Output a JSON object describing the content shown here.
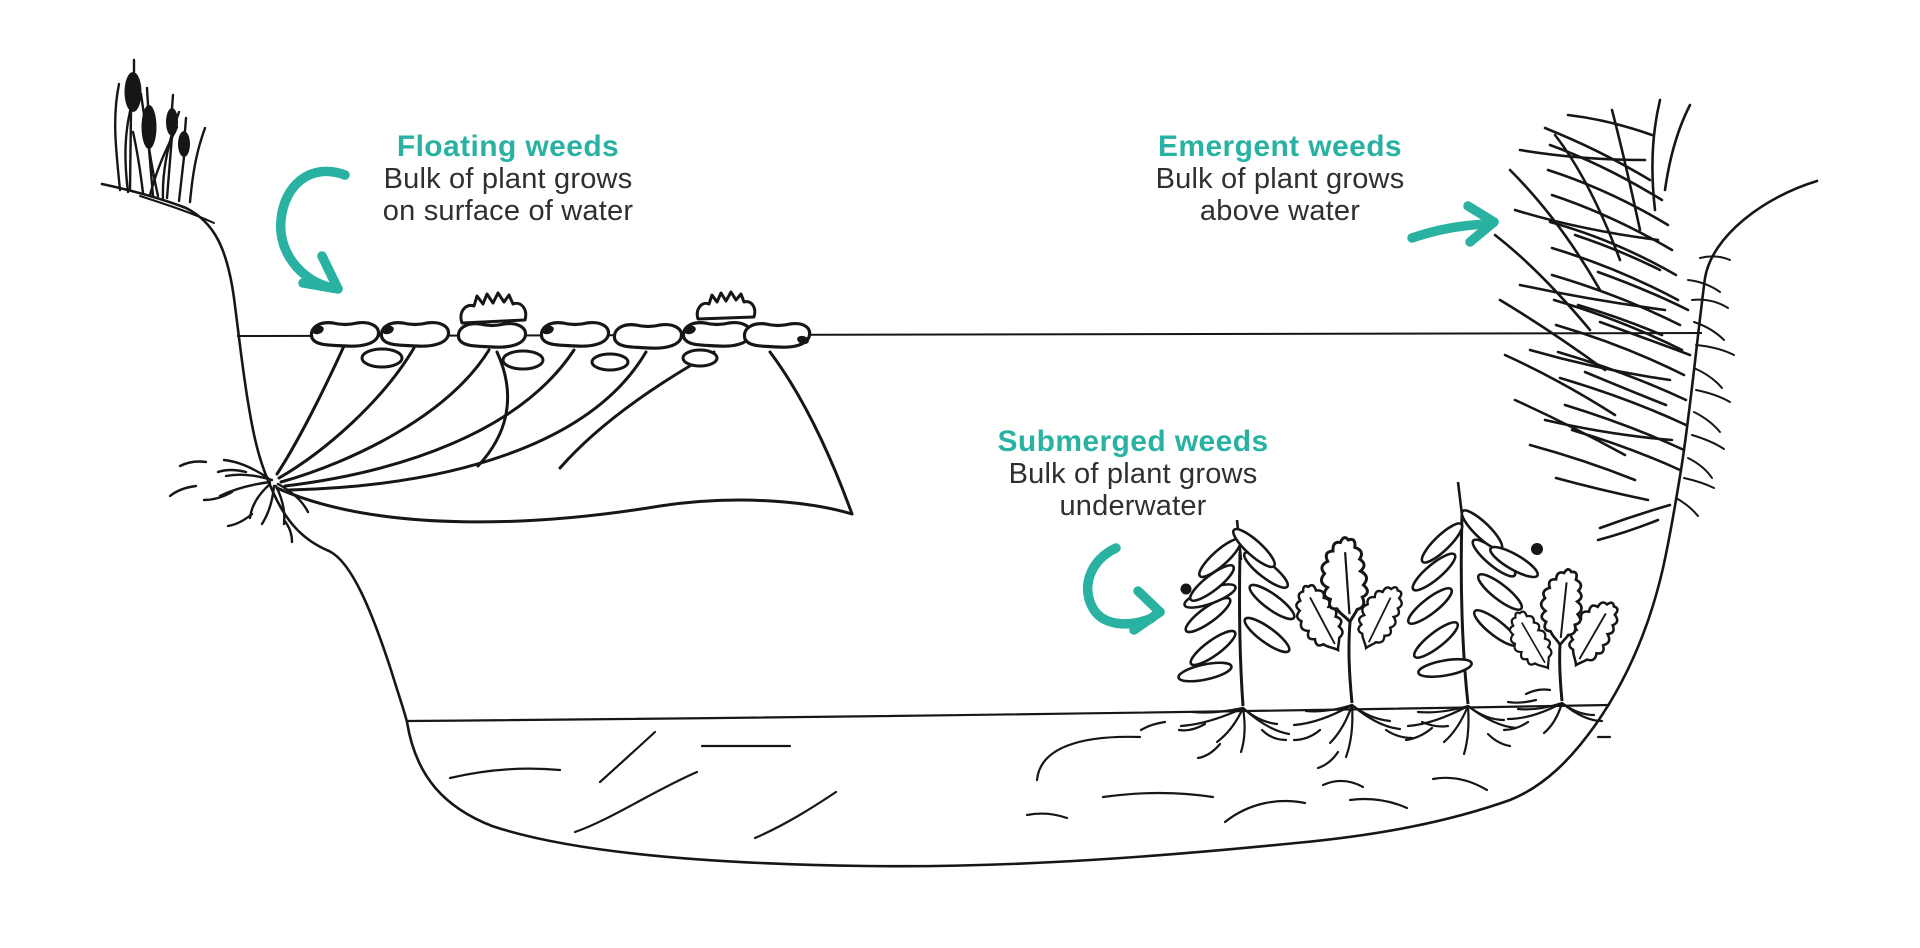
{
  "colors": {
    "accent_teal": "#29b2a2",
    "ink": "#161616",
    "body_text": "#2f2f2f",
    "background": "#ffffff"
  },
  "labels": {
    "floating": {
      "heading": "Floating weeds",
      "line1": "Bulk of plant grows",
      "line2": "on surface of water"
    },
    "emergent": {
      "heading": "Emergent weeds",
      "line1": "Bulk of plant grows",
      "line2": "above water"
    },
    "submerged": {
      "heading": "Submerged weeds",
      "line1": "Bulk of plant grows",
      "line2": "underwater"
    }
  },
  "icons": {
    "floating_arrow": "curved-arrow-down-right",
    "emergent_arrow": "straight-arrow-right",
    "submerged_arrow": "curved-arrow-down-right"
  },
  "scene": {
    "elements": [
      "cattails-on-left-bank",
      "pond-basin-outline",
      "water-surface-line",
      "floating-lily-pads-with-flowers-and-roots",
      "emergent-grass-clump-on-right-bank",
      "submerged-rooted-plants",
      "sediment-layer-with-strokes"
    ]
  }
}
